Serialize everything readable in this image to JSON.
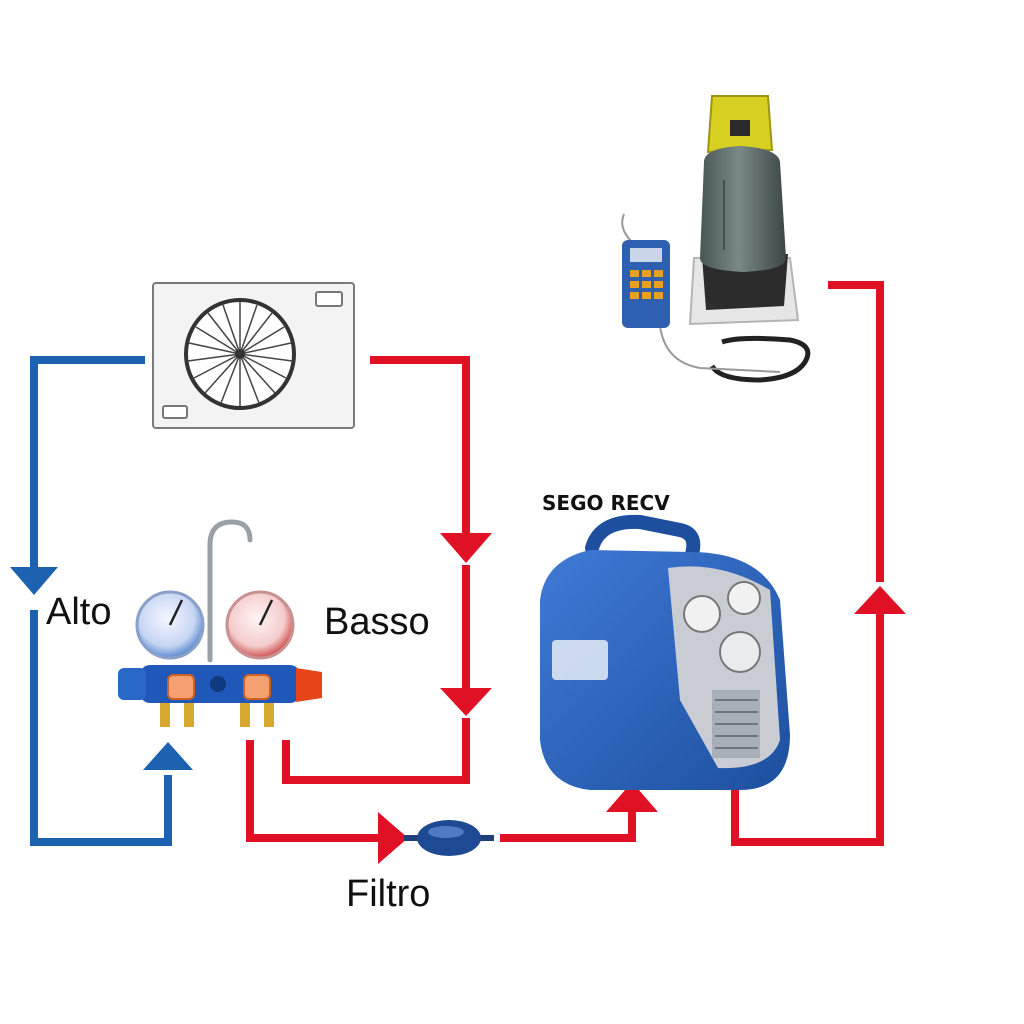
{
  "labels": {
    "high": "Alto",
    "low": "Basso",
    "filter": "Filtro",
    "recovery_unit": "SEGO RECV"
  },
  "colors": {
    "high_pressure_line": "#1d62b0",
    "low_pressure_line": "#e01025",
    "unit_blue": "#2a5fb8",
    "cylinder_yellow": "#d8d020",
    "cylinder_gray": "#5d6a6a",
    "gauge_blue_face": "#5a8ad0",
    "gauge_red_face": "#d05050",
    "valve_orange": "#e06a1a"
  },
  "icons": {
    "outdoor_unit": "ac-outdoor-unit-icon",
    "manifold": "manifold-gauge-icon",
    "filter": "filter-drier-icon",
    "recovery_unit": "recovery-machine-icon",
    "cylinder": "refrigerant-cylinder-icon",
    "scale": "digital-scale-icon"
  }
}
